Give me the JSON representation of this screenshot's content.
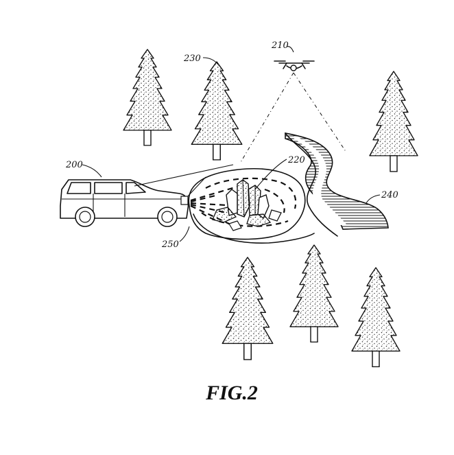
{
  "figure": {
    "caption": "FIG.2",
    "labels": {
      "vehicle": "200",
      "drone": "210",
      "campfire": "220",
      "tree": "230",
      "river": "240",
      "sensor": "250"
    }
  }
}
